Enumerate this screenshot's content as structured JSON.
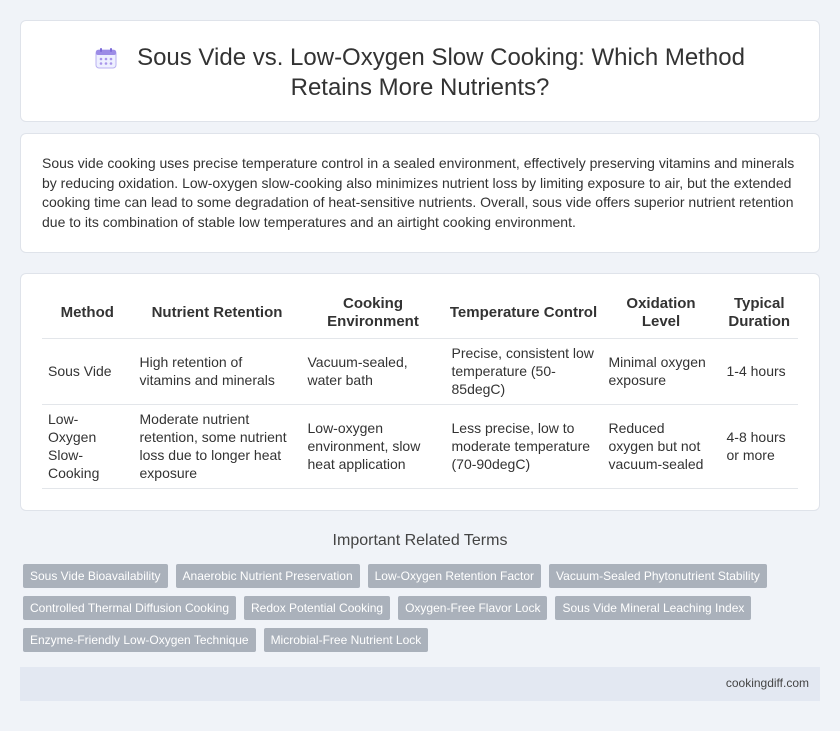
{
  "header": {
    "icon": "calendar-icon",
    "title": "Sous Vide vs. Low-Oxygen Slow Cooking: Which Method Retains More Nutrients?"
  },
  "intro": {
    "text": "Sous vide cooking uses precise temperature control in a sealed environment, effectively preserving vitamins and minerals by reducing oxidation. Low-oxygen slow-cooking also minimizes nutrient loss by limiting exposure to air, but the extended cooking time can lead to some degradation of heat-sensitive nutrients. Overall, sous vide offers superior nutrient retention due to its combination of stable low temperatures and an airtight cooking environment."
  },
  "table": {
    "headers": [
      "Method",
      "Nutrient Retention",
      "Cooking Environment",
      "Temperature Control",
      "Oxidation Level",
      "Typical Duration"
    ],
    "rows": [
      [
        "Sous Vide",
        "High retention of vitamins and minerals",
        "Vacuum-sealed, water bath",
        "Precise, consistent low temperature (50-85degC)",
        "Minimal oxygen exposure",
        "1-4 hours"
      ],
      [
        "Low-Oxygen Slow-Cooking",
        "Moderate nutrient retention, some nutrient loss due to longer heat exposure",
        "Low-oxygen environment, slow heat application",
        "Less precise, low to moderate temperature (70-90degC)",
        "Reduced oxygen but not vacuum-sealed",
        "4-8 hours or more"
      ]
    ]
  },
  "related": {
    "title": "Important Related Terms",
    "tags": [
      "Sous Vide Bioavailability",
      "Anaerobic Nutrient Preservation",
      "Low-Oxygen Retention Factor",
      "Vacuum-Sealed Phytonutrient Stability",
      "Controlled Thermal Diffusion Cooking",
      "Redox Potential Cooking",
      "Oxygen-Free Flavor Lock",
      "Sous Vide Mineral Leaching Index",
      "Enzyme-Friendly Low-Oxygen Technique",
      "Microbial-Free Nutrient Lock"
    ]
  },
  "footer": {
    "site": "cookingdiff.com"
  },
  "colors": {
    "background": "#f0f3f8",
    "tag_bg": "#aab1bb",
    "footer_bg": "#e3e8f2",
    "icon_accent": "#8e7be0"
  }
}
